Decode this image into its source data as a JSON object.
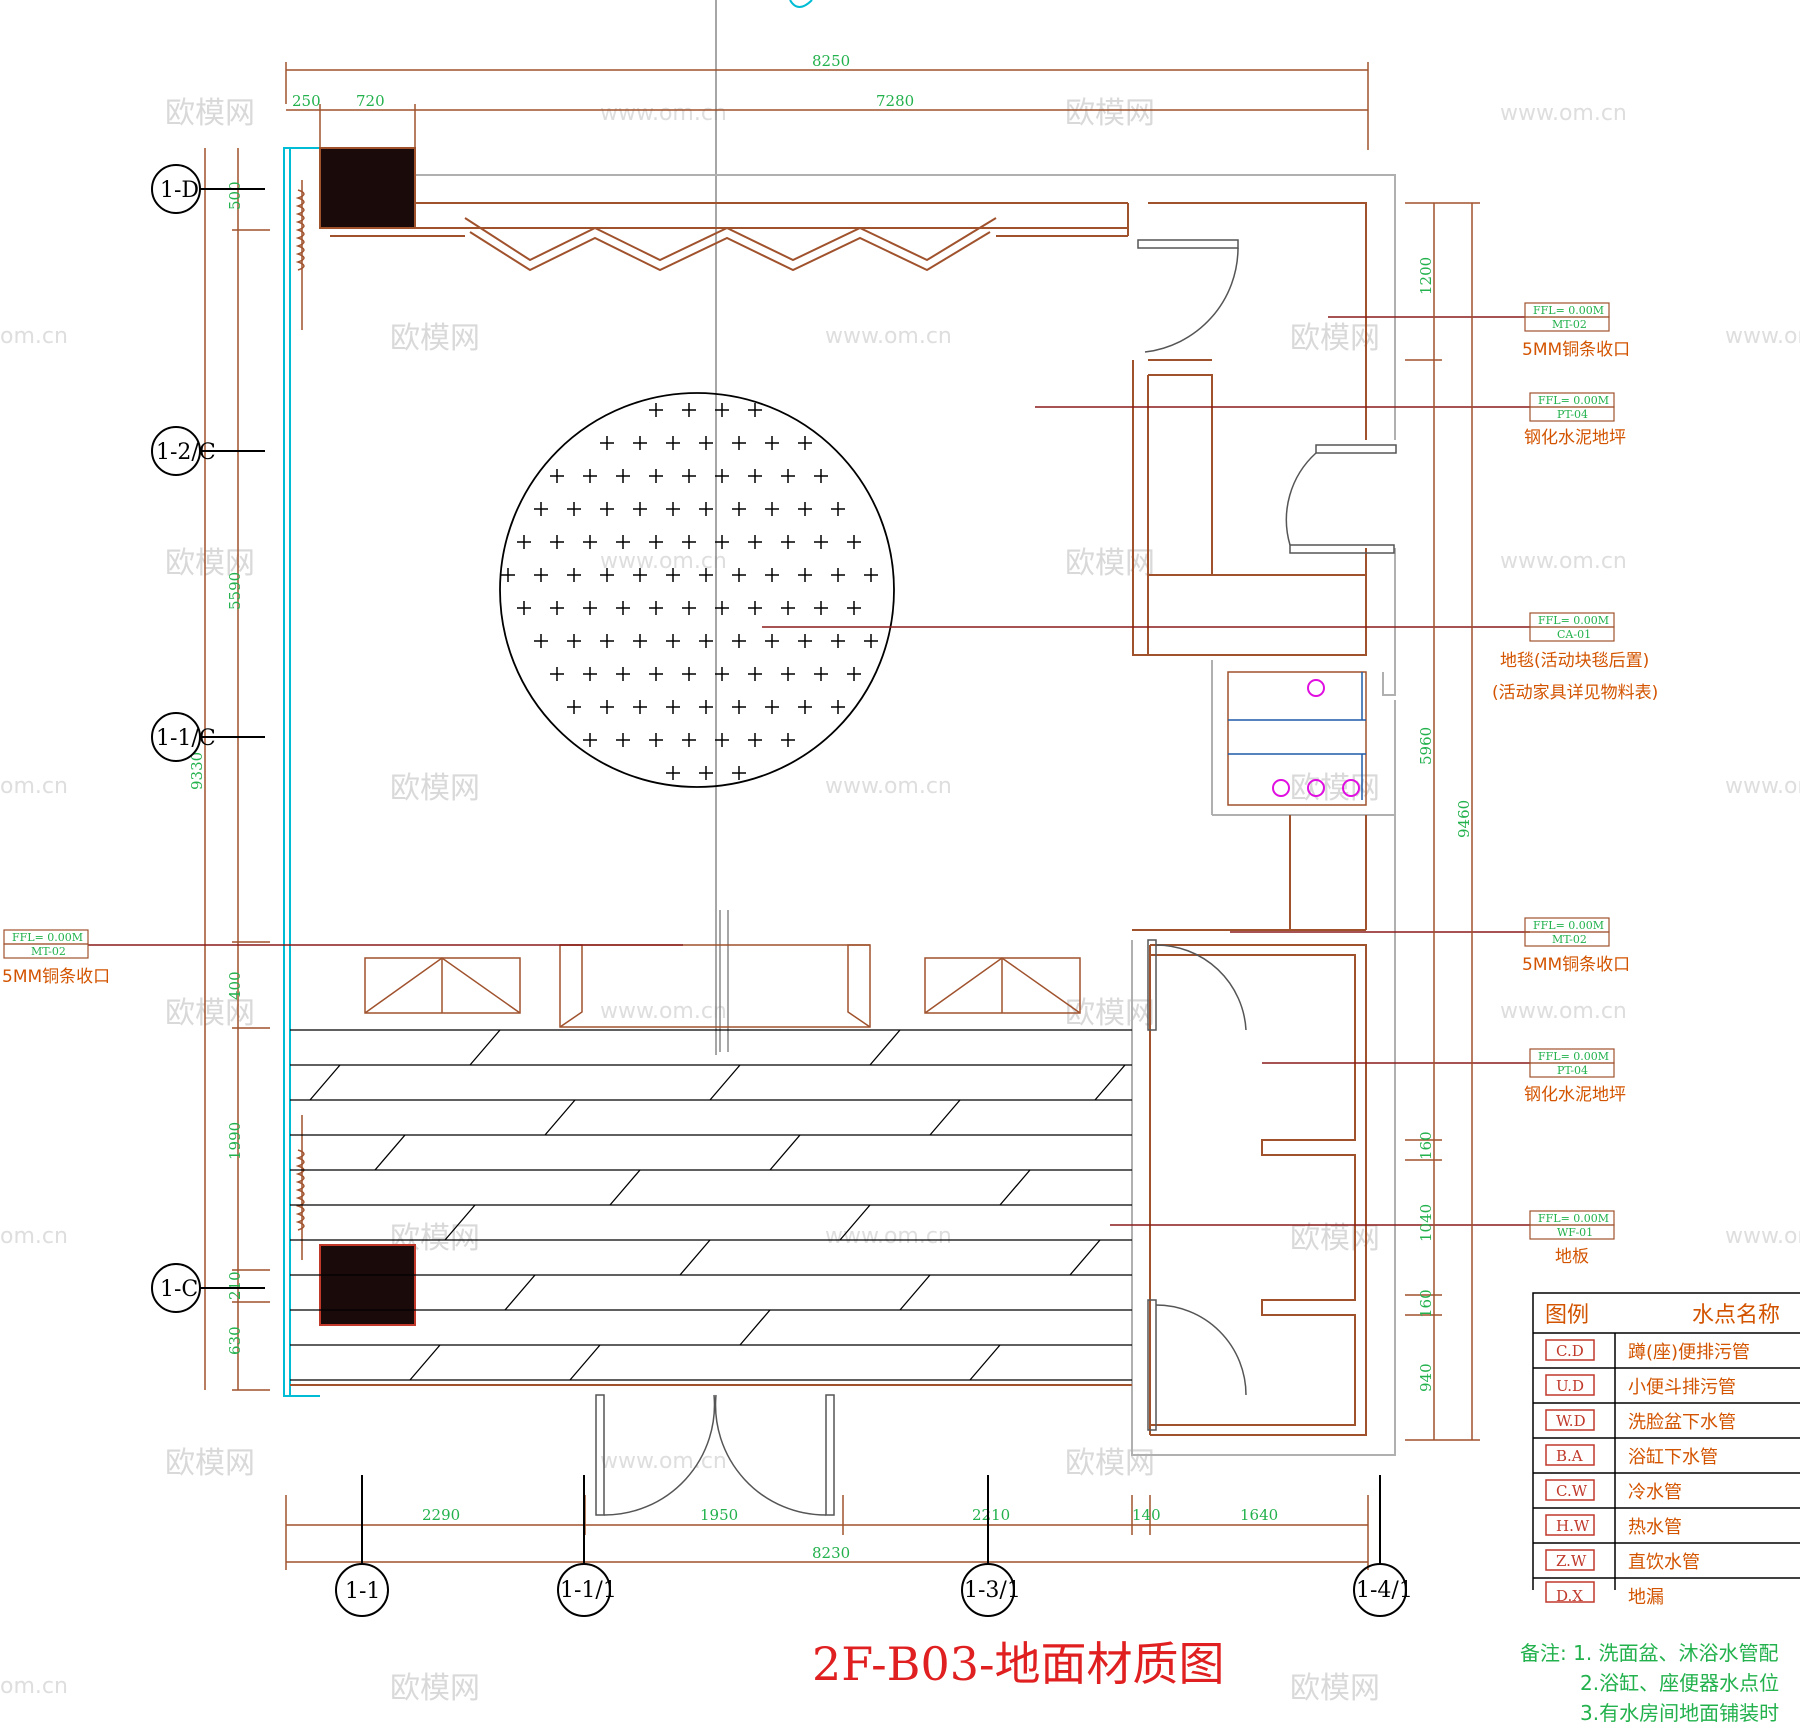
{
  "drawing": {
    "title": "2F-B03-地面材质图"
  },
  "dims": {
    "top_total": "8250",
    "top_a": "250",
    "top_b": "720",
    "top_c": "7280",
    "left_total": "9330",
    "left_500": "500",
    "left_5590": "5590",
    "left_400": "400",
    "left_1990": "1990",
    "left_210": "210",
    "left_630": "630",
    "right_1200": "1200",
    "right_5960": "5960",
    "right_9460": "9460",
    "right_160a": "160",
    "right_1040": "1040",
    "right_160b": "160",
    "right_940": "940",
    "bottom_2290": "2290",
    "bottom_1950": "1950",
    "bottom_2210": "2210",
    "bottom_140": "140",
    "bottom_1640": "1640",
    "bottom_total": "8230"
  },
  "axes": {
    "a1": "1-D",
    "a2": "1-2/C",
    "a3": "1-1/C",
    "a4": "1-C",
    "b1": "1-1",
    "b2": "1-1/1",
    "b3": "1-3/1",
    "b4": "1-4/1"
  },
  "tags": {
    "t1": {
      "ffl": "FFL= 0.00M",
      "code": "MT-02",
      "note": "5MM铜条收口"
    },
    "t2": {
      "ffl": "FFL= 0.00M",
      "code": "PT-04",
      "note": "钢化水泥地坪"
    },
    "t3": {
      "ffl": "FFL= 0.00M",
      "code": "CA-01",
      "note": "地毯(活动块毯后置)",
      "note2": "(活动家具详见物料表)"
    },
    "t4": {
      "ffl": "FFL= 0.00M",
      "code": "MT-02",
      "note": "5MM铜条收口"
    },
    "t5": {
      "ffl": "FFL= 0.00M",
      "code": "PT-04",
      "note": "钢化水泥地坪"
    },
    "t6": {
      "ffl": "FFL= 0.00M",
      "code": "WF-01",
      "note": "地板"
    },
    "t7": {
      "ffl": "FFL= 0.00M",
      "code": "MT-02",
      "note": "5MM铜条收口"
    }
  },
  "legend": {
    "header_left": "图例",
    "header_right": "水点名称",
    "rows": [
      {
        "code": "C.D",
        "name": "蹲(座)便排污管"
      },
      {
        "code": "U.D",
        "name": "小便斗排污管"
      },
      {
        "code": "W.D",
        "name": "洗脸盆下水管"
      },
      {
        "code": "B.A",
        "name": "浴缸下水管"
      },
      {
        "code": "C.W",
        "name": "冷水管"
      },
      {
        "code": "H.W",
        "name": "热水管"
      },
      {
        "code": "Z.W",
        "name": "直饮水管"
      },
      {
        "code": "D.X",
        "name": "地漏"
      }
    ]
  },
  "remarks": {
    "r1": "备注: 1. 洗面盆、沐浴水管配",
    "r2": "2.浴缸、座便器水点位",
    "r3": "3.有水房间地面铺装时"
  },
  "watermark": {
    "logo": "欧模网",
    "url": "www.om.cn",
    "url_short": "om.cn"
  },
  "colors": {
    "wall": "#a0522d",
    "glass": "#00bcd4",
    "dim": "#22b14c",
    "note": "#d35400",
    "title": "#e02020"
  }
}
